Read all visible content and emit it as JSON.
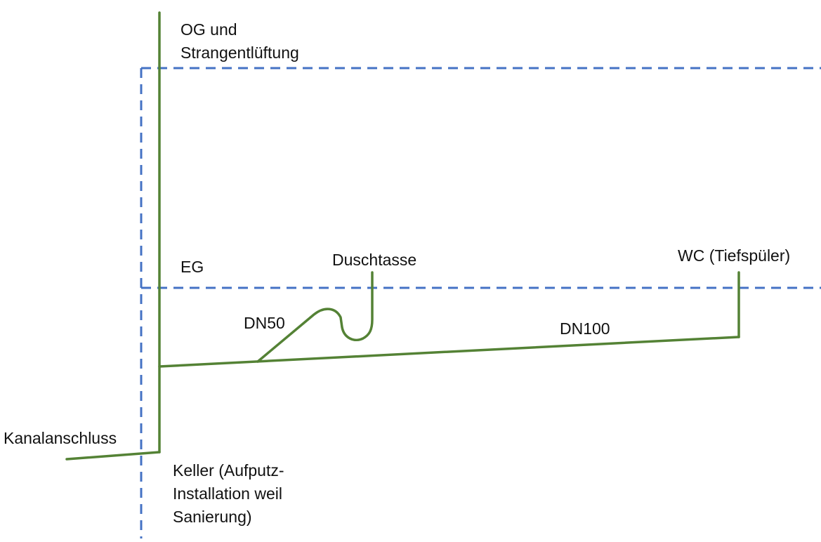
{
  "colors": {
    "pipe": "#548235",
    "floor_line": "#4472c4",
    "text": "#111111"
  },
  "labels": {
    "og": [
      "OG und",
      "Strangentlüftung"
    ],
    "eg": "EG",
    "keller": [
      "Keller (Aufputz-",
      "Installation weil",
      "Sanierung)"
    ],
    "kanal": "Kanalanschluss",
    "duschtasse": "Duschtasse",
    "wc": "WC (Tiefspüler)",
    "dn50": "DN50",
    "dn100": "DN100"
  }
}
